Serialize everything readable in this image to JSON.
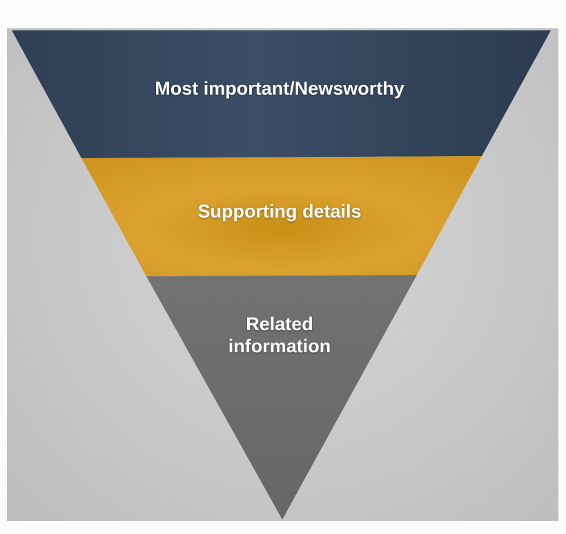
{
  "diagram": {
    "layers": [
      {
        "label": "Most important/Newsworthy",
        "color": "#34465c"
      },
      {
        "label": "Supporting details",
        "color": "#d29b22"
      },
      {
        "label": "Related\ninformation",
        "color": "#6b6b6b"
      }
    ]
  }
}
